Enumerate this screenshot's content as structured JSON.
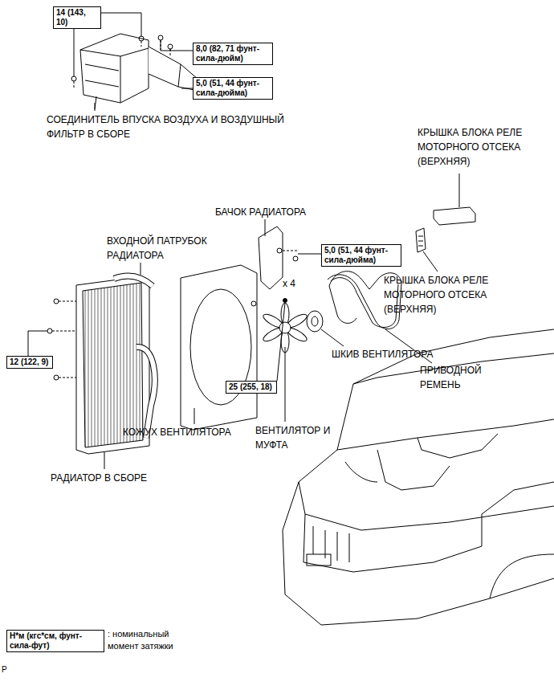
{
  "diagram": {
    "nodes": [
      {
        "text": [
          "14 (143, 10)"
        ]
      },
      {
        "text": [
          "8,0 (82, 71 фунт-сила-дюйм)"
        ]
      },
      {
        "text": [
          "5,0 (51, 44 фунт-сила-дюйма)"
        ]
      },
      {
        "text": [
          "5,0 (51, 44 фунт-сила-дюйма)"
        ]
      },
      {
        "text": [
          "12 (122, 9)"
        ]
      },
      {
        "text": [
          "25 (255, 18)"
        ]
      },
      {
        "text": [
          "Н*м (кгс*см, фунт-сила-фут)"
        ]
      }
    ],
    "labels": [
      "СОЕДИНИТЕЛЬ ВПУСКА ВОЗДУХА И ВОЗДУШНЫЙ ФИЛЬТР В СБОРЕ",
      "КРЫШКА БЛОКА РЕЛЕ МОТОРНОГО ОТСЕКА (ВЕРХНЯЯ)",
      "БАЧОК РАДИАТОРА",
      "ВХОДНОЙ ПАТРУБОК РАДИАТОРА",
      "x 4",
      "КРЫШКА БЛОКА РЕЛЕ МОТОРНОГО ОТСЕКА (ВЕРХНЯЯ)",
      "ШКИВ ВЕНТИЛЯТОРА",
      "ПРИВОДНОЙ РЕМЕНЬ",
      "КОЖУХ ВЕНТИЛЯТОРА",
      "ВЕНТИЛЯТОР И МУФТА",
      "РАДИАТОР В СБОРЕ",
      "P"
    ],
    "legend": [
      {
        "text": ": номинальный момент затяжки"
      }
    ]
  }
}
